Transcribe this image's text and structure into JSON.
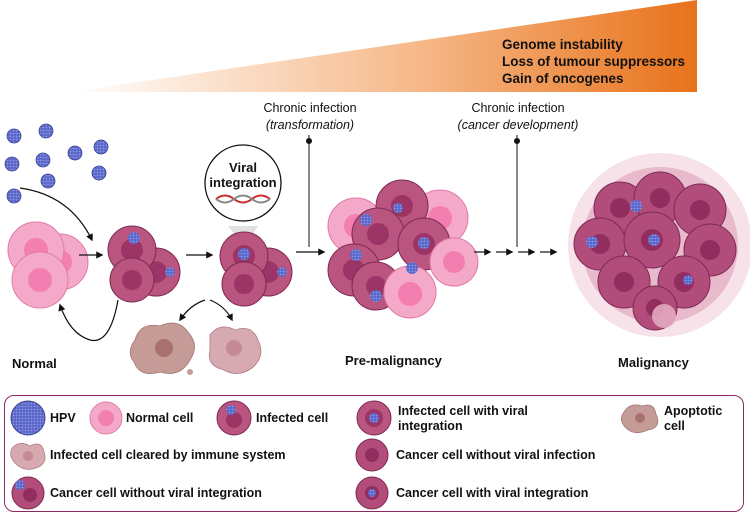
{
  "gradient": {
    "lines": [
      "Genome instability",
      "Loss of tumour suppressors",
      "Gain of oncogenes"
    ],
    "color_start": "#ffffff",
    "color_end": "#e8721a"
  },
  "annotations": {
    "chronic1": {
      "line1": "Chronic infection",
      "line2": "(transformation)"
    },
    "chronic2": {
      "line1": "Chronic infection",
      "line2": "(cancer development)"
    },
    "viral_integration": {
      "line1": "Viral",
      "line2": "integration"
    }
  },
  "stages": {
    "normal": "Normal",
    "premalignancy": "Pre-malignancy",
    "malignancy": "Malignancy"
  },
  "legend": {
    "hpv": "HPV",
    "normal_cell": "Normal cell",
    "infected_cell": "Infected cell",
    "infected_integration_1": "Infected cell with viral",
    "infected_integration_2": "integration",
    "apoptotic_1": "Apoptotic",
    "apoptotic_2": "cell",
    "cleared": "Infected cell cleared by immune system",
    "cancer_no_infection": "Cancer cell without viral infection",
    "cancer_no_integration": "Cancer cell without viral integration",
    "cancer_with_integration": "Cancer cell with viral integration"
  },
  "colors": {
    "normal_cell": "#f4a9c8",
    "normal_nucleus": "#f37fb0",
    "infected_cell": "#b9557f",
    "infected_nucleus": "#9c3566",
    "hpv": "#5a66c8",
    "cancer": "#b24d7b",
    "apoptotic": "#c59b98",
    "border": "#8b2a63"
  }
}
